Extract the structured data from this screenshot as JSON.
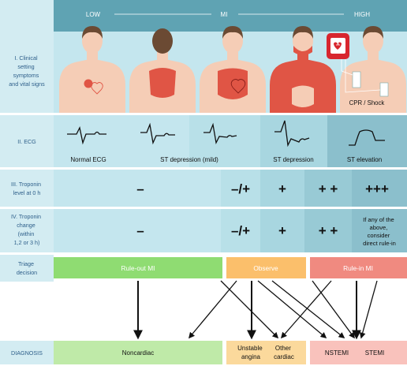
{
  "colors": {
    "header_band": "#5fa3b3",
    "label_column": "#d3ecf2",
    "row_light": "#c4e6ee",
    "row_mid": "#a8d6e0",
    "row_dark": "#8bbfcc",
    "rule_out": "#8fdc72",
    "observe": "#fbbf6b",
    "rule_in": "#f08a80",
    "noncardiac": "#bfeaa8",
    "unstable_other": "#fbd99c",
    "nstemi_stemi": "#f9c2bc",
    "torso_skin": "#f5cdb6",
    "pain_area": "#e05545",
    "hair": "#6b4a33",
    "defibrillator": "#d8262e"
  },
  "scale": {
    "low": "LOW",
    "mid": "MI",
    "high": "HIGH"
  },
  "icons": [
    "person-chest-icon",
    "person-back-icon",
    "heart-icon",
    "defibrillator-icon",
    "ecg-strip-icon"
  ],
  "rows": {
    "clinical": {
      "label": [
        "I. Clinical",
        "setting",
        "symptoms",
        "and vital signs"
      ],
      "cpr_label": "CPR / Shock"
    },
    "ecg": {
      "label": [
        "II. ECG"
      ],
      "normal": "Normal ECG",
      "st_mild": "ST depression (mild)",
      "st_depression": "ST depression",
      "st_elevation": "ST elevation"
    },
    "troponin_level": {
      "label": [
        "III. Troponin",
        "level at 0 h"
      ],
      "values": [
        "–",
        "–/+",
        "+",
        "+ +",
        "+++"
      ]
    },
    "troponin_change": {
      "label": [
        "IV. Troponin",
        "change",
        "(within",
        "1,2 or 3 h)"
      ],
      "values": [
        "–",
        "–/+",
        "+",
        "+ +"
      ],
      "note": [
        "If any of the",
        "above,",
        "consider",
        "direct rule-in"
      ]
    }
  },
  "triage": {
    "label": [
      "Triage",
      "decision"
    ],
    "rule_out": "Rule-out MI",
    "observe": "Observe",
    "rule_in": "Rule-in MI"
  },
  "diagnosis": {
    "label": "DIAGNOSIS",
    "noncardiac": "Noncardiac",
    "unstable_angina": [
      "Unstable",
      "angina"
    ],
    "other_cardiac": [
      "Other",
      "cardiac"
    ],
    "nstemi": "NSTEMI",
    "stemi": "STEMI"
  }
}
